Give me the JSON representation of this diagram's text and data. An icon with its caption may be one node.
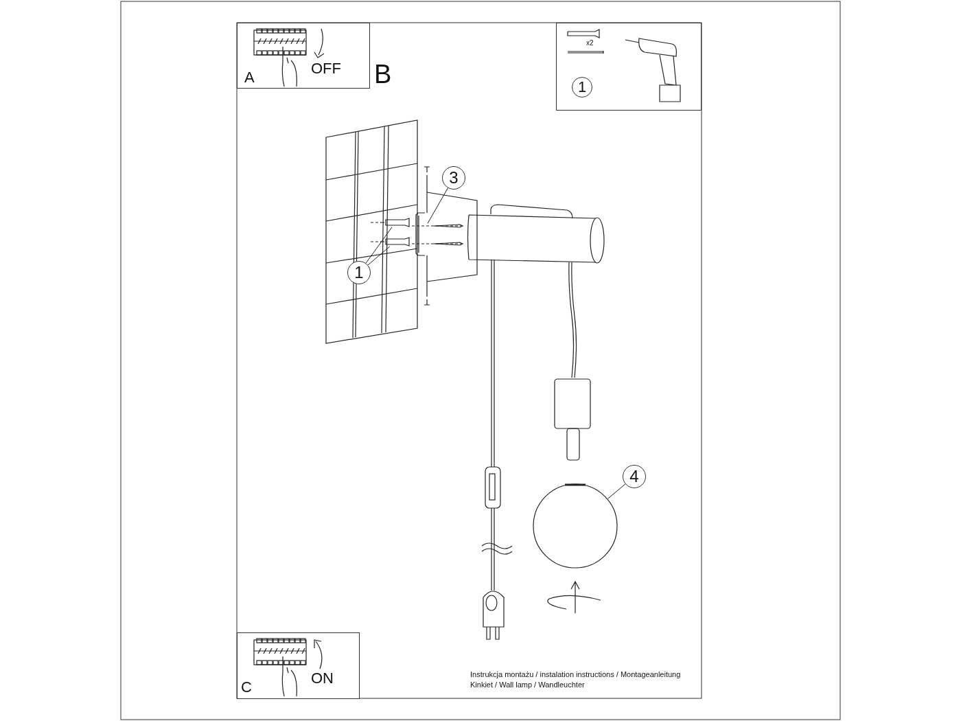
{
  "diagram": {
    "nodes": [
      {
        "text": [
          "OFF",
          "A"
        ]
      },
      {
        "text": [
          "x2",
          "1"
        ]
      },
      {
        "text": [
          "3"
        ]
      },
      {
        "text": [],
        "shape": "picture"
      },
      {
        "text": [
          "1"
        ]
      },
      {
        "text": [],
        "shape": "picture"
      },
      {
        "text": [],
        "shape": "picture"
      },
      {
        "text": [
          "4"
        ]
      },
      {
        "text": [],
        "shape": "circle"
      },
      {
        "text": [
          "ON",
          "C"
        ]
      }
    ],
    "edges": [
      {
        "from": 2,
        "to": 3,
        "arrow": "none"
      },
      {
        "from": 4,
        "to": 5,
        "arrow": "none"
      },
      {
        "from": 4,
        "to": 6,
        "arrow": "none"
      },
      {
        "from": 7,
        "to": 8,
        "arrow": "none"
      }
    ],
    "labels": [
      "B",
      "Instrukcja montażu / instalation instructions / Montageanleitung",
      "Kinkiet / Wall lamp / Wandleuchter"
    ]
  }
}
